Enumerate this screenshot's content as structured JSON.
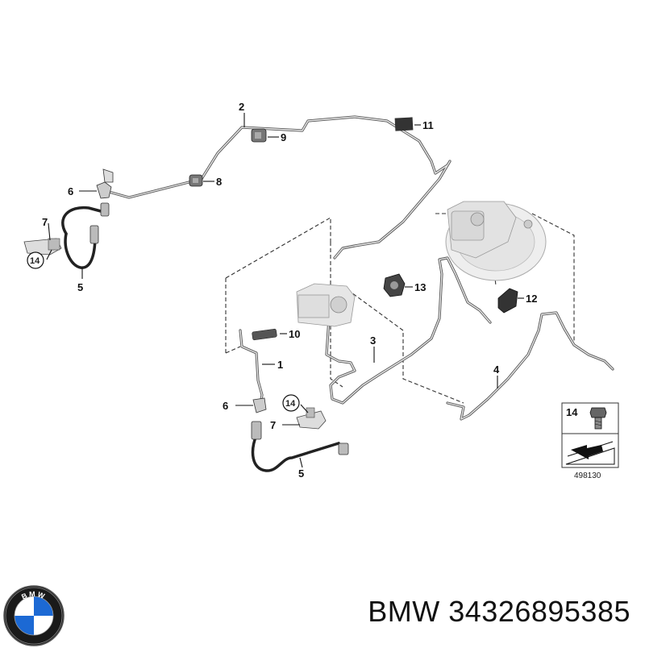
{
  "callouts": {
    "c1": "1",
    "c2": "2",
    "c3": "3",
    "c4": "4",
    "c5a": "5",
    "c5b": "5",
    "c6a": "6",
    "c6b": "6",
    "c7a": "7",
    "c7b": "7",
    "c8": "8",
    "c9": "9",
    "c10": "10",
    "c11": "11",
    "c12": "12",
    "c13": "13",
    "c14a": "14",
    "c14b": "14"
  },
  "legend": {
    "part_number": "14",
    "diagram_code": "498130"
  },
  "footer": {
    "brand_logo_letters": "BMW",
    "text": "BMW 34326895385"
  },
  "colors": {
    "pipe": "#555555",
    "part_fill": "#dddddd",
    "logo_blue": "#1c69d4"
  }
}
